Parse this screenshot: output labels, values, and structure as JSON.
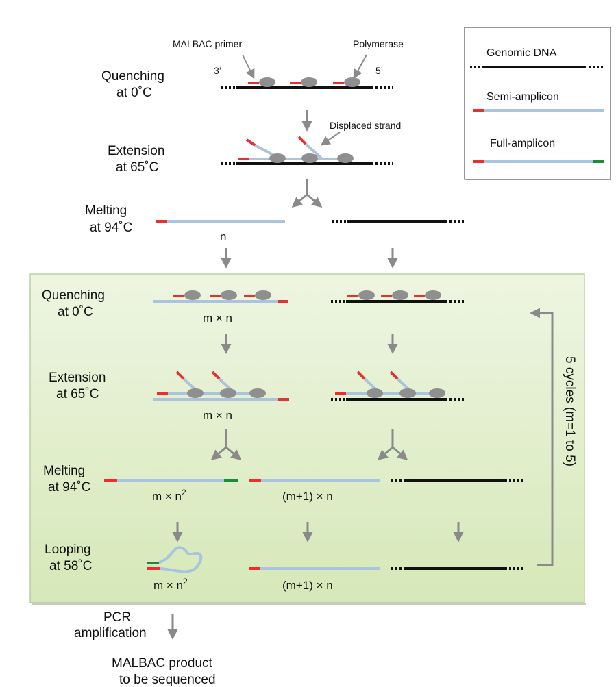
{
  "colors": {
    "primer": "#e8312f",
    "semi": "#a8c4de",
    "genomic": "#111111",
    "end_tag": "#1f8a3b",
    "polymerase": "#8f8f8f",
    "arrow": "#8a8a8a",
    "panel_fill_top": "#eef5e2",
    "panel_fill_bottom": "#d6e8b8",
    "panel_border": "#a9c98a"
  },
  "legend": {
    "genomic": "Genomic DNA",
    "semi": "Semi-amplicon",
    "full": "Full-amplicon"
  },
  "initial": {
    "quench_line1": "Quenching",
    "quench_line2": "at 0˚C",
    "extension_line1": "Extension",
    "extension_line2": "at 65˚C",
    "melting_line1": "Melting",
    "melting_line2": "at 94˚C",
    "primer_label": "MALBAC primer",
    "polymerase_label": "Polymerase",
    "three_prime": "3’",
    "five_prime": "5’",
    "displaced_label": "Displaced strand",
    "n_label": "n"
  },
  "cycle": {
    "quench_line1": "Quenching",
    "quench_line2": "at 0˚C",
    "quench_count": "m × n",
    "extension_line1": "Extension",
    "extension_line2": "at 65˚C",
    "extension_count": "m × n",
    "melting_line1": "Melting",
    "melting_line2": "at 94˚C",
    "melting_full_count_base": "m × n",
    "melting_full_count_sup": "2",
    "melting_semi_count": "(m+1) × n",
    "looping_line1": "Looping",
    "looping_line2": "at 58˚C",
    "looping_full_count_base": "m × n",
    "looping_full_count_sup": "2",
    "looping_semi_count": "(m+1) × n",
    "repeat_label": "5 cycles (m=1 to 5)"
  },
  "final": {
    "pcr_line1": "PCR",
    "pcr_line2": "amplification",
    "product_line1": "MALBAC product",
    "product_line2": "to be sequenced"
  }
}
